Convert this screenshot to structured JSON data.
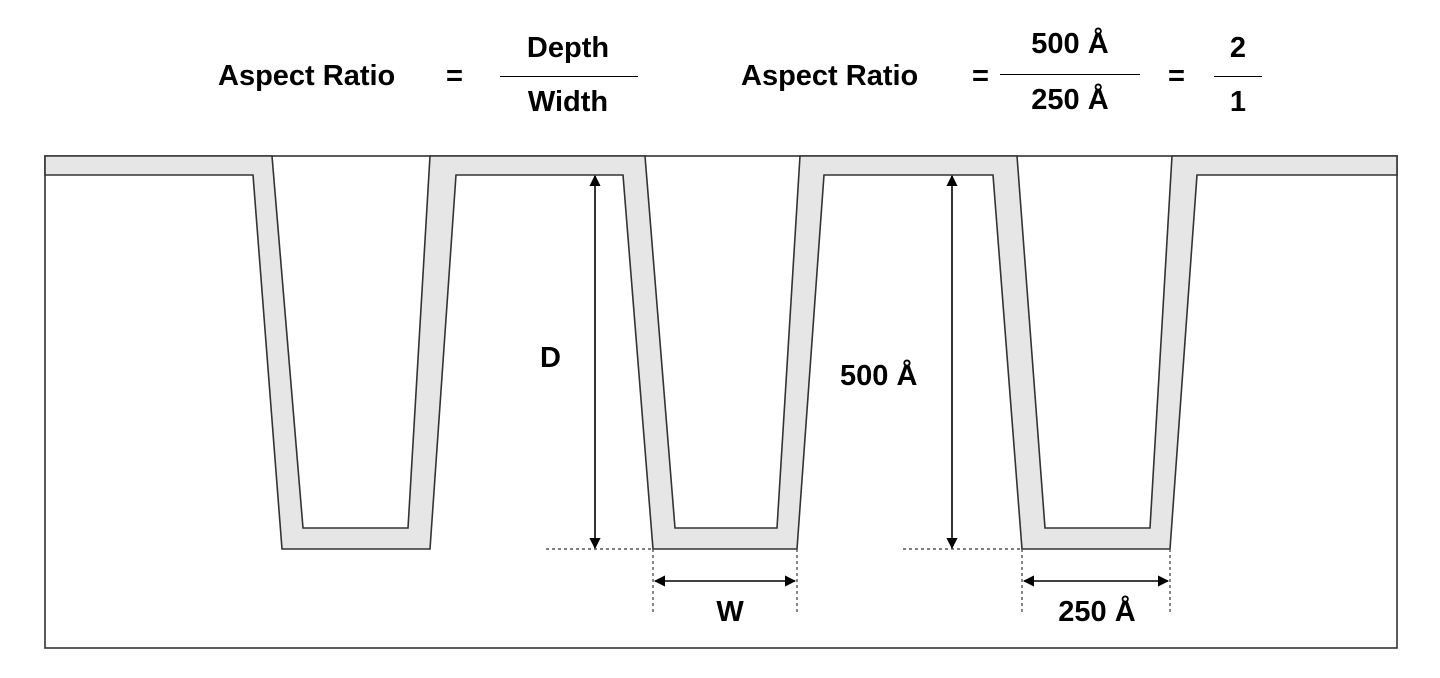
{
  "formula_left": {
    "label": "Aspect Ratio",
    "equals": "=",
    "numerator": "Depth",
    "denominator": "Width"
  },
  "formula_right": {
    "label": "Aspect Ratio",
    "equals_1": "=",
    "numerator": "500 Å",
    "denominator": "250 Å",
    "equals_2": "=",
    "result_numerator": "2",
    "result_denominator": "1"
  },
  "labels": {
    "depth_symbol": "D",
    "width_symbol": "W",
    "depth_value": "500 Å",
    "width_value": "250 Å"
  },
  "colors": {
    "film": "#e6e6e6",
    "outline": "#333333",
    "background": "#ffffff"
  }
}
